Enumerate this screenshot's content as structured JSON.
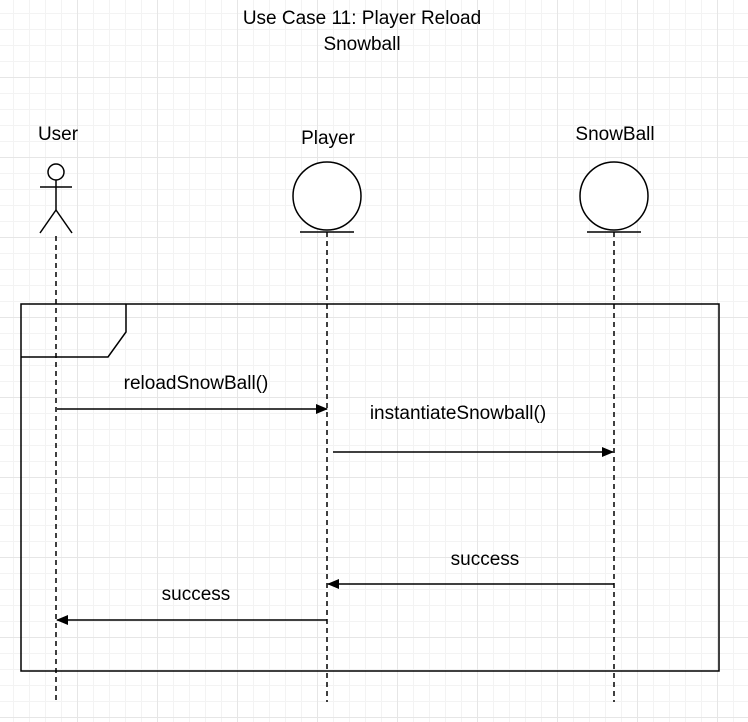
{
  "title": "Use Case 11: Player Reload Snowball",
  "lifelines": [
    {
      "label": "User",
      "kind": "actor"
    },
    {
      "label": "Player",
      "kind": "entity"
    },
    {
      "label": "SnowBall",
      "kind": "entity"
    }
  ],
  "messages": [
    {
      "label": "reloadSnowBall()",
      "from": "User",
      "to": "Player"
    },
    {
      "label": "instantiateSnowball()",
      "from": "Player",
      "to": "SnowBall"
    },
    {
      "label": "success",
      "from": "SnowBall",
      "to": "Player"
    },
    {
      "label": "success",
      "from": "Player",
      "to": "User"
    }
  ]
}
